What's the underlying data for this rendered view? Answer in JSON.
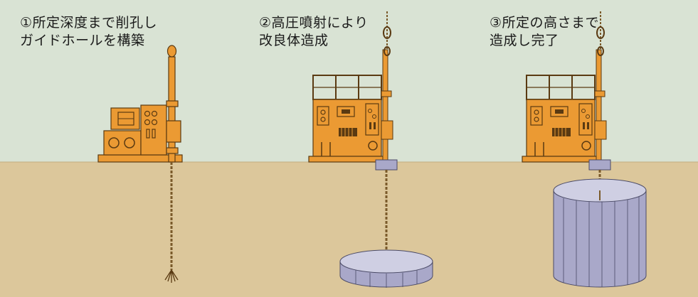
{
  "steps": [
    {
      "line1": "①所定深度まで削孔し",
      "line2": "ガイドホールを構築"
    },
    {
      "line1": "②高圧噴射により",
      "line2": "改良体造成"
    },
    {
      "line1": "③所定の高さまで",
      "line2": "造成し完了"
    }
  ],
  "colors": {
    "sky": "#d9e3d4",
    "ground": "#dcc79b",
    "machine": "#eb9a33",
    "machine_outline": "#5a3a12",
    "column_side": "#a9a8c9",
    "column_top": "#cfcfe3",
    "rod": "#7a5a2a"
  }
}
